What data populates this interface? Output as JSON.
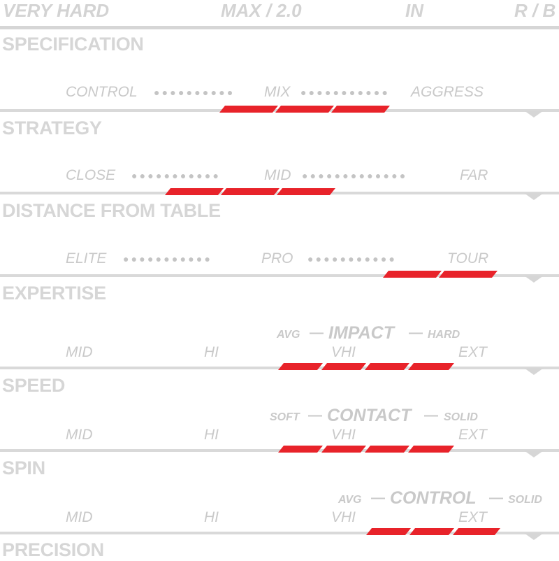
{
  "header": {
    "hardness": "VERY HARD",
    "max": "MAX / 2.0",
    "type": "IN",
    "colour": "R / B"
  },
  "colors": {
    "accent": "#e8232a",
    "line": "#d6d6d6",
    "text": "#c9c9c9"
  },
  "sections": [
    {
      "title": "SPECIFICATION"
    },
    {
      "scale": [
        "CONTROL",
        "MIX",
        "AGGRESS"
      ],
      "rating": {
        "from": 0.32,
        "to": 0.76
      },
      "title": "STRATEGY"
    },
    {
      "scale": [
        "CLOSE",
        "MID",
        "FAR"
      ],
      "rating": {
        "from": 0.2,
        "to": 0.63
      },
      "title": "DISTANCE FROM TABLE"
    },
    {
      "scale": [
        "ELITE",
        "PRO",
        "TOUR"
      ],
      "rating": {
        "from": 0.75,
        "to": 0.98
      },
      "title": "EXPERTISE"
    },
    {
      "sub": {
        "left": "AVG",
        "main": "IMPACT",
        "right": "HARD"
      },
      "scale": [
        "MID",
        "HI",
        "VHI",
        "EXT"
      ],
      "rating": {
        "from": 0.55,
        "to": 0.89
      },
      "title": "SPEED"
    },
    {
      "sub": {
        "left": "SOFT",
        "main": "CONTACT",
        "right": "SOLID"
      },
      "scale": [
        "MID",
        "HI",
        "VHI",
        "EXT"
      ],
      "rating": {
        "from": 0.55,
        "to": 0.89
      },
      "title": "SPIN"
    },
    {
      "sub": {
        "left": "AVG",
        "main": "CONTROL",
        "right": "SOLID"
      },
      "scale": [
        "MID",
        "HI",
        "VHI",
        "EXT"
      ],
      "rating": {
        "from": 0.72,
        "to": 0.99
      },
      "title": "PRECISION"
    }
  ]
}
